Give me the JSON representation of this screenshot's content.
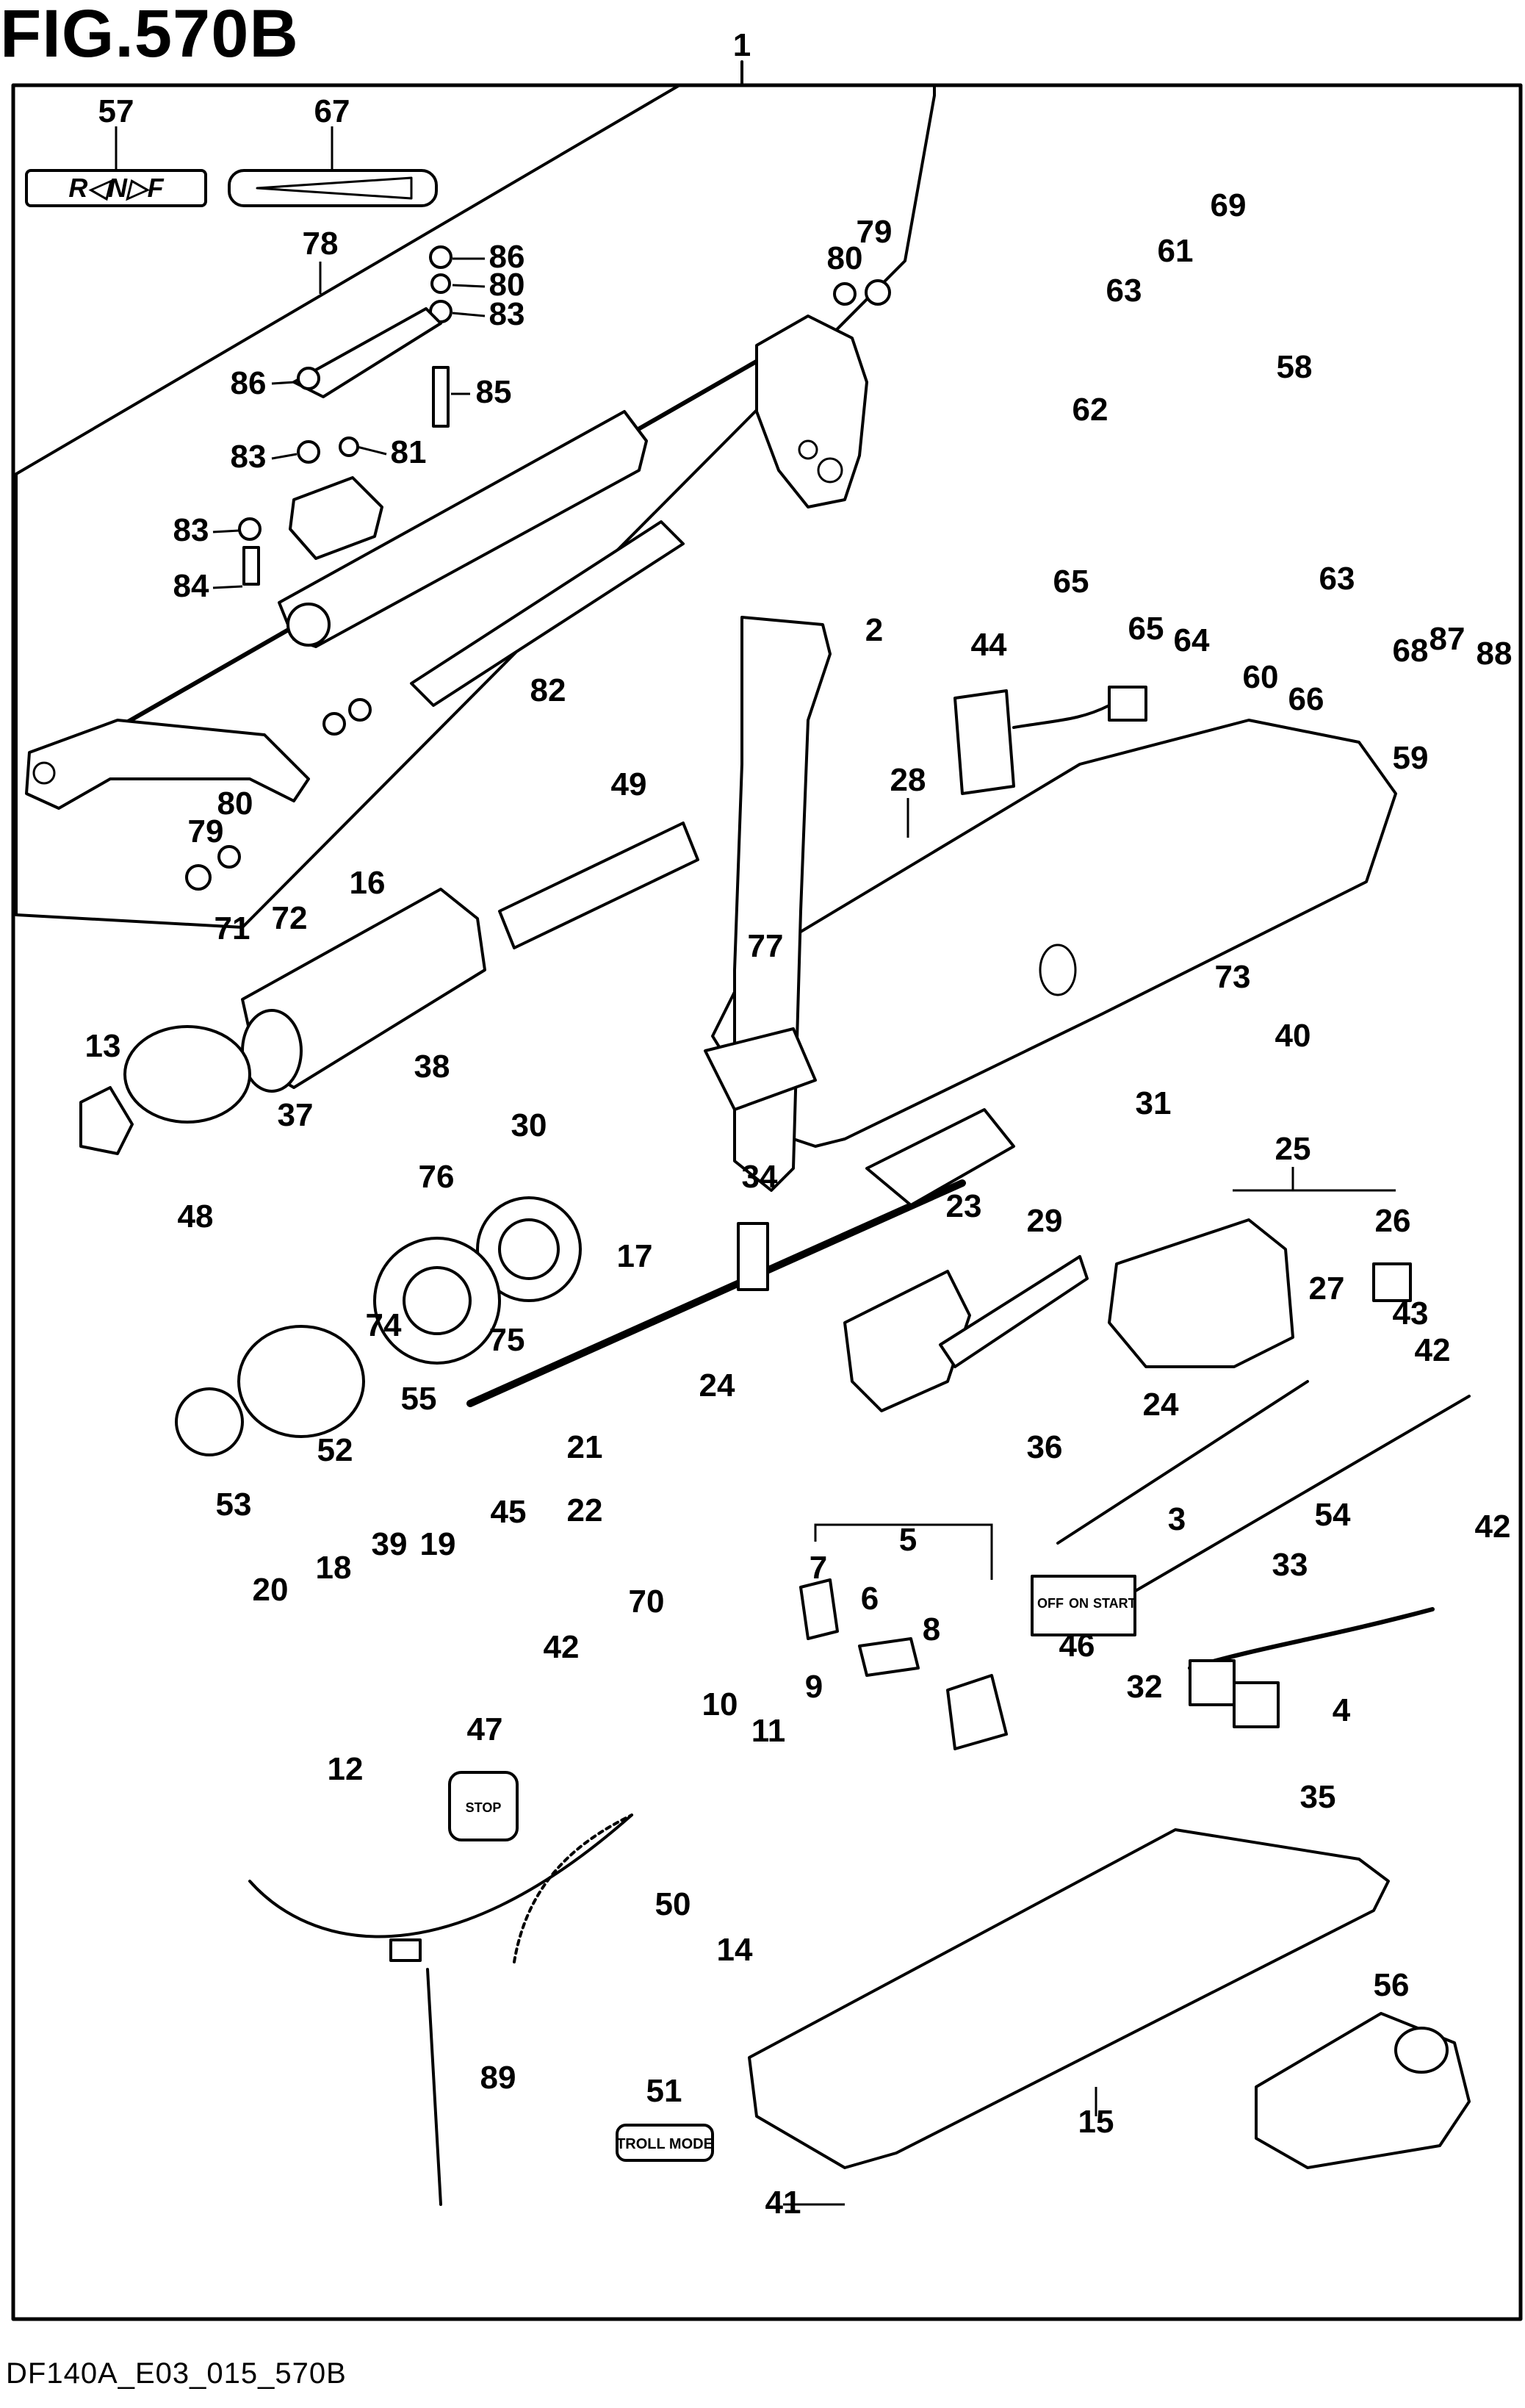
{
  "figure": {
    "title": "FIG.570B",
    "footer_code": "DF140A_E03_015_570B"
  },
  "decals": {
    "gear_shift": "R◁N▷F",
    "stop_tag": "STOP",
    "key_positions": [
      "OFF",
      "ON",
      "START"
    ],
    "troll_mode": "TROLL MODE"
  },
  "callouts": [
    {
      "id": "c1",
      "text": "1"
    },
    {
      "id": "c57",
      "text": "57"
    },
    {
      "id": "c67",
      "text": "67"
    },
    {
      "id": "c78",
      "text": "78"
    },
    {
      "id": "c86a",
      "text": "86"
    },
    {
      "id": "c80a",
      "text": "80"
    },
    {
      "id": "c83a",
      "text": "83"
    },
    {
      "id": "c86b",
      "text": "86"
    },
    {
      "id": "c85",
      "text": "85"
    },
    {
      "id": "c83b",
      "text": "83"
    },
    {
      "id": "c81",
      "text": "81"
    },
    {
      "id": "c83c",
      "text": "83"
    },
    {
      "id": "c84",
      "text": "84"
    },
    {
      "id": "c82",
      "text": "82"
    },
    {
      "id": "c80b",
      "text": "80"
    },
    {
      "id": "c79a",
      "text": "79"
    },
    {
      "id": "c80c",
      "text": "80"
    },
    {
      "id": "c79b",
      "text": "79"
    },
    {
      "id": "c69",
      "text": "69"
    },
    {
      "id": "c61",
      "text": "61"
    },
    {
      "id": "c63a",
      "text": "63"
    },
    {
      "id": "c58",
      "text": "58"
    },
    {
      "id": "c62",
      "text": "62"
    },
    {
      "id": "c65a",
      "text": "65"
    },
    {
      "id": "c65b",
      "text": "65"
    },
    {
      "id": "c64",
      "text": "64"
    },
    {
      "id": "c60",
      "text": "60"
    },
    {
      "id": "c66",
      "text": "66"
    },
    {
      "id": "c63b",
      "text": "63"
    },
    {
      "id": "c68",
      "text": "68"
    },
    {
      "id": "c87",
      "text": "87"
    },
    {
      "id": "c88",
      "text": "88"
    },
    {
      "id": "c59",
      "text": "59"
    },
    {
      "id": "c2",
      "text": "2"
    },
    {
      "id": "c44",
      "text": "44"
    },
    {
      "id": "c28",
      "text": "28"
    },
    {
      "id": "c49",
      "text": "49"
    },
    {
      "id": "c71",
      "text": "71"
    },
    {
      "id": "c72",
      "text": "72"
    },
    {
      "id": "c16",
      "text": "16"
    },
    {
      "id": "c77",
      "text": "77"
    },
    {
      "id": "c73",
      "text": "73"
    },
    {
      "id": "c40",
      "text": "40"
    },
    {
      "id": "c13",
      "text": "13"
    },
    {
      "id": "c38",
      "text": "38"
    },
    {
      "id": "c37",
      "text": "37"
    },
    {
      "id": "c48",
      "text": "48"
    },
    {
      "id": "c31",
      "text": "31"
    },
    {
      "id": "c25",
      "text": "25"
    },
    {
      "id": "c30",
      "text": "30"
    },
    {
      "id": "c76",
      "text": "76"
    },
    {
      "id": "c34",
      "text": "34"
    },
    {
      "id": "c23",
      "text": "23"
    },
    {
      "id": "c29",
      "text": "29"
    },
    {
      "id": "c26",
      "text": "26"
    },
    {
      "id": "c17",
      "text": "17"
    },
    {
      "id": "c27",
      "text": "27"
    },
    {
      "id": "c43",
      "text": "43"
    },
    {
      "id": "c42a",
      "text": "42"
    },
    {
      "id": "c74",
      "text": "74"
    },
    {
      "id": "c75",
      "text": "75"
    },
    {
      "id": "c55",
      "text": "55"
    },
    {
      "id": "c24a",
      "text": "24"
    },
    {
      "id": "c24b",
      "text": "24"
    },
    {
      "id": "c53",
      "text": "53"
    },
    {
      "id": "c52",
      "text": "52"
    },
    {
      "id": "c21",
      "text": "21"
    },
    {
      "id": "c36",
      "text": "36"
    },
    {
      "id": "c22",
      "text": "22"
    },
    {
      "id": "c3",
      "text": "3"
    },
    {
      "id": "c39",
      "text": "39"
    },
    {
      "id": "c19",
      "text": "19"
    },
    {
      "id": "c54",
      "text": "54"
    },
    {
      "id": "c42b",
      "text": "42"
    },
    {
      "id": "c20",
      "text": "20"
    },
    {
      "id": "c18",
      "text": "18"
    },
    {
      "id": "c45",
      "text": "45"
    },
    {
      "id": "c33",
      "text": "33"
    },
    {
      "id": "c5",
      "text": "5"
    },
    {
      "id": "c70",
      "text": "70"
    },
    {
      "id": "c7",
      "text": "7"
    },
    {
      "id": "c6",
      "text": "6"
    },
    {
      "id": "c8",
      "text": "8"
    },
    {
      "id": "c42c",
      "text": "42"
    },
    {
      "id": "c46",
      "text": "46"
    },
    {
      "id": "c32",
      "text": "32"
    },
    {
      "id": "c4",
      "text": "4"
    },
    {
      "id": "c12",
      "text": "12"
    },
    {
      "id": "c10",
      "text": "10"
    },
    {
      "id": "c9",
      "text": "9"
    },
    {
      "id": "c11",
      "text": "11"
    },
    {
      "id": "c47",
      "text": "47"
    },
    {
      "id": "c35",
      "text": "35"
    },
    {
      "id": "c50",
      "text": "50"
    },
    {
      "id": "c14",
      "text": "14"
    },
    {
      "id": "c56",
      "text": "56"
    },
    {
      "id": "c89",
      "text": "89"
    },
    {
      "id": "c51",
      "text": "51"
    },
    {
      "id": "c15",
      "text": "15"
    },
    {
      "id": "c41",
      "text": "41"
    }
  ]
}
